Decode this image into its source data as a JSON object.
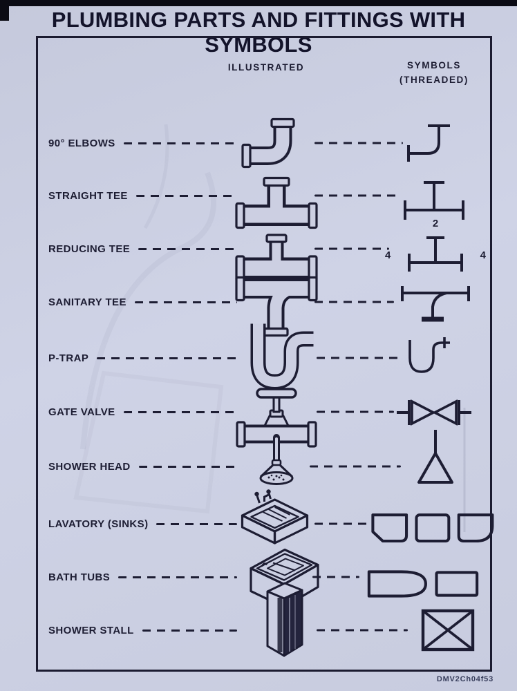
{
  "page": {
    "title": "PLUMBING PARTS AND FITTINGS WITH SYMBOLS",
    "footer_code": "DMV2Ch04f53"
  },
  "columns": {
    "illustrated": "ILLUSTRATED",
    "symbols_line1": "SYMBOLS",
    "symbols_line2": "(THREADED)"
  },
  "colors": {
    "paper": "#cccfe2",
    "ink": "#1d1d33"
  },
  "rows": [
    {
      "label": "90° ELBOWS",
      "illustration_icon": "elbow-90-fitting-icon",
      "symbol_icon": "elbow-90-symbol-icon"
    },
    {
      "label": "STRAIGHT TEE",
      "illustration_icon": "straight-tee-fitting-icon",
      "symbol_icon": "straight-tee-symbol-icon"
    },
    {
      "label": "REDUCING TEE",
      "illustration_icon": "reducing-tee-fitting-icon",
      "symbol_icon": "reducing-tee-symbol-icon",
      "symbol_annotations": {
        "top": "2",
        "left": "4",
        "right": "4"
      }
    },
    {
      "label": "SANITARY TEE",
      "illustration_icon": "sanitary-tee-fitting-icon",
      "symbol_icon": "sanitary-tee-symbol-icon"
    },
    {
      "label": "P-TRAP",
      "illustration_icon": "p-trap-fitting-icon",
      "symbol_icon": "p-trap-symbol-icon"
    },
    {
      "label": "GATE VALVE",
      "illustration_icon": "gate-valve-fitting-icon",
      "symbol_icon": "gate-valve-symbol-icon"
    },
    {
      "label": "SHOWER HEAD",
      "illustration_icon": "shower-head-fitting-icon",
      "symbol_icon": "shower-head-symbol-icon"
    },
    {
      "label": "LAVATORY (SINKS)",
      "illustration_icon": "lavatory-sink-icon",
      "symbol_icon": "lavatory-symbols-icon"
    },
    {
      "label": "BATH TUBS",
      "illustration_icon": "bath-tub-icon",
      "symbol_icon": "bath-tub-symbols-icon"
    },
    {
      "label": "SHOWER STALL",
      "illustration_icon": "shower-stall-icon",
      "symbol_icon": "shower-stall-symbol-icon"
    }
  ]
}
